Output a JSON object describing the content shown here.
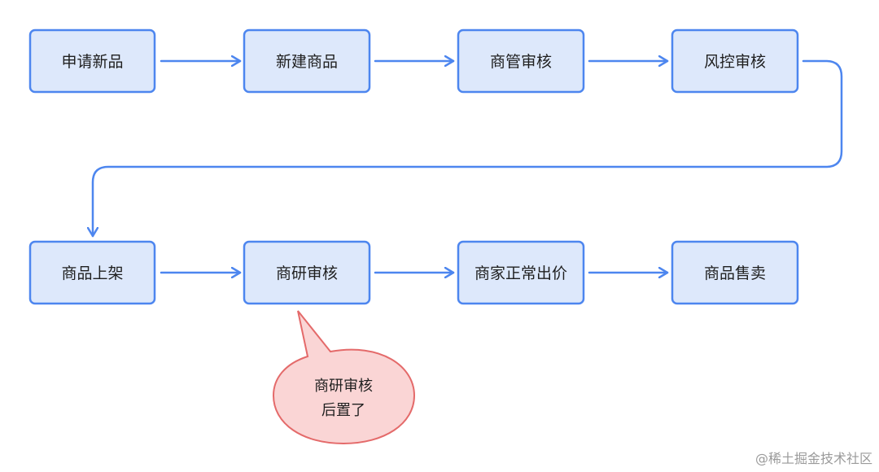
{
  "nodes": [
    {
      "id": "apply",
      "label": "申请新品"
    },
    {
      "id": "create",
      "label": "新建商品"
    },
    {
      "id": "category-review",
      "label": "商管审核"
    },
    {
      "id": "risk-review",
      "label": "风控审核"
    },
    {
      "id": "listing",
      "label": "商品上架"
    },
    {
      "id": "research-review",
      "label": "商研审核"
    },
    {
      "id": "merchant-offer",
      "label": "商家正常出价"
    },
    {
      "id": "on-sale",
      "label": "商品售卖"
    }
  ],
  "edges": [
    {
      "from": "apply",
      "to": "create"
    },
    {
      "from": "create",
      "to": "category-review"
    },
    {
      "from": "category-review",
      "to": "risk-review"
    },
    {
      "from": "risk-review",
      "to": "listing"
    },
    {
      "from": "listing",
      "to": "research-review"
    },
    {
      "from": "research-review",
      "to": "merchant-offer"
    },
    {
      "from": "merchant-offer",
      "to": "on-sale"
    }
  ],
  "callout": {
    "target": "research-review",
    "lines": [
      "商研审核",
      "后置了"
    ]
  },
  "watermark": "@稀土掘金技术社区",
  "colors": {
    "node_fill": "#dde8fb",
    "node_stroke": "#4d86ef",
    "arrow": "#4d86ef",
    "callout_fill": "#fad5d5",
    "callout_stroke": "#e46a6a"
  }
}
